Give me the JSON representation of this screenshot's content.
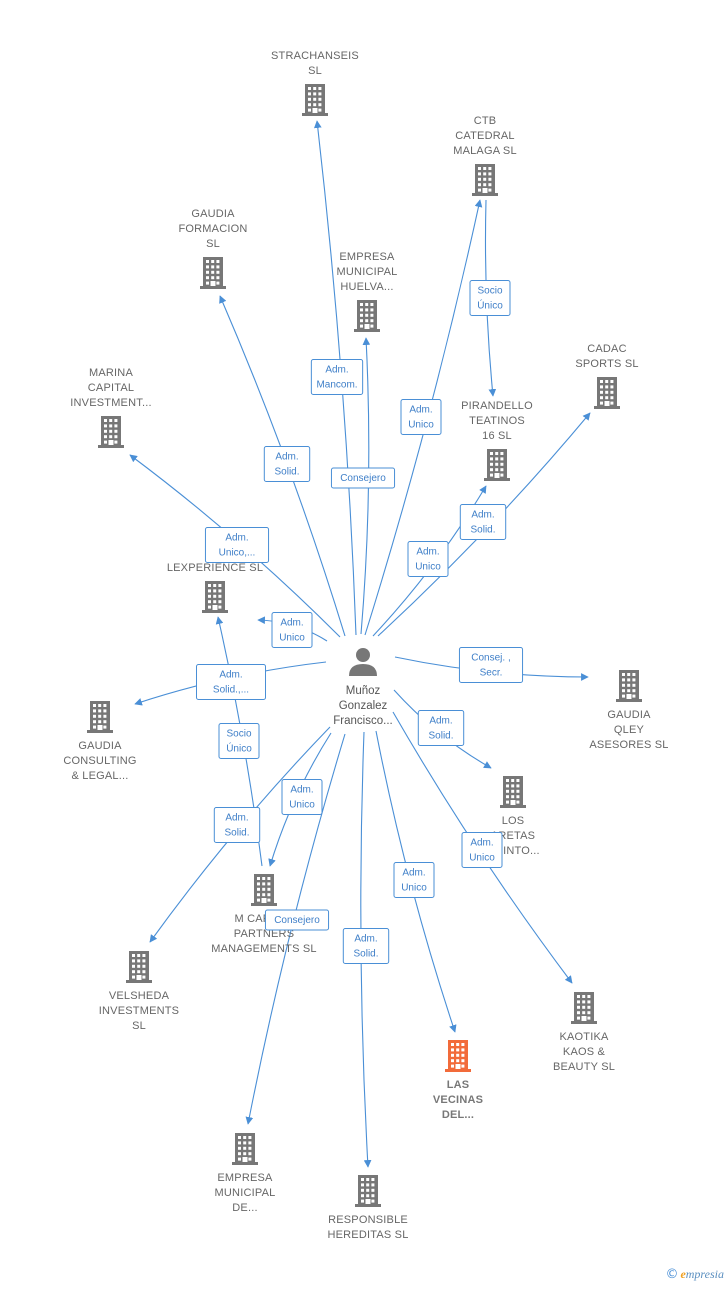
{
  "center": {
    "name_lines": [
      "Muñoz",
      "Gonzalez",
      "Francisco..."
    ]
  },
  "companies": [
    {
      "id": "strachanseis",
      "lines": [
        "STRACHANSEIS",
        "SL"
      ]
    },
    {
      "id": "ctb",
      "lines": [
        "CTB",
        "CATEDRAL",
        "MALAGA  SL"
      ]
    },
    {
      "id": "gaudia_formacion",
      "lines": [
        "GAUDIA",
        "FORMACION",
        "SL"
      ]
    },
    {
      "id": "empresa_huelva",
      "lines": [
        "EMPRESA",
        "MUNICIPAL",
        "HUELVA..."
      ]
    },
    {
      "id": "cadac",
      "lines": [
        "CADAC",
        "SPORTS  SL"
      ]
    },
    {
      "id": "marina",
      "lines": [
        "MARINA",
        "CAPITAL",
        "INVESTMENT..."
      ]
    },
    {
      "id": "pirandello",
      "lines": [
        "PIRANDELLO",
        "TEATINOS",
        "16  SL"
      ]
    },
    {
      "id": "lexperience",
      "lines": [
        "LEXPERIENCE SL"
      ]
    },
    {
      "id": "gaudia_qley",
      "lines": [
        "GAUDIA",
        "QLEY",
        "ASESORES  SL"
      ]
    },
    {
      "id": "gaudia_consulting",
      "lines": [
        "GAUDIA",
        "CONSULTING",
        "& LEGAL..."
      ]
    },
    {
      "id": "los_aretas",
      "lines": [
        "LOS",
        "ARETAS",
        "QUINTO..."
      ]
    },
    {
      "id": "m_capital",
      "lines": [
        "M CAPITAL",
        "PARTNERS",
        "MANAGEMENTS SL"
      ]
    },
    {
      "id": "velsheda",
      "lines": [
        "VELSHEDA",
        "INVESTMENTS",
        "SL"
      ]
    },
    {
      "id": "kaotika",
      "lines": [
        "KAOTIKA",
        "KAOS &",
        "BEAUTY  SL"
      ]
    },
    {
      "id": "las_vecinas",
      "lines": [
        "LAS",
        "VECINAS",
        "DEL..."
      ],
      "highlight": true
    },
    {
      "id": "empresa_de",
      "lines": [
        "EMPRESA",
        "MUNICIPAL",
        "DE..."
      ]
    },
    {
      "id": "responsible",
      "lines": [
        "RESPONSIBLE",
        "HEREDITAS  SL"
      ]
    }
  ],
  "edges": [
    {
      "to": "strachanseis",
      "label": [
        "Adm.",
        "Mancom."
      ]
    },
    {
      "to": "ctb",
      "label": [
        "Adm.",
        "Unico"
      ]
    },
    {
      "to": "gaudia_formacion",
      "label": [
        "Adm.",
        "Solid."
      ]
    },
    {
      "to": "empresa_huelva",
      "label": [
        "Consejero"
      ]
    },
    {
      "to": "cadac",
      "label": [
        "Adm.",
        "Solid."
      ]
    },
    {
      "to": "marina",
      "label": [
        "Adm.",
        "Unico,..."
      ]
    },
    {
      "to": "pirandello",
      "label": [
        "Adm.",
        "Unico"
      ]
    },
    {
      "to": "lexperience",
      "label": [
        "Adm.",
        "Unico"
      ]
    },
    {
      "to": "gaudia_qley",
      "label": [
        "Consej. ,",
        "Secr."
      ]
    },
    {
      "to": "gaudia_consulting",
      "label": [
        "Adm.",
        "Solid.,..."
      ]
    },
    {
      "to": "los_aretas",
      "label": [
        "Adm.",
        "Solid."
      ]
    },
    {
      "to": "m_capital",
      "label": [
        "Adm.",
        "Unico"
      ]
    },
    {
      "to": "velsheda",
      "label": [
        "Adm.",
        "Solid."
      ]
    },
    {
      "to": "kaotika",
      "label": [
        "Adm.",
        "Unico"
      ]
    },
    {
      "to": "las_vecinas",
      "label": [
        "Adm.",
        "Unico"
      ]
    },
    {
      "to": "empresa_de",
      "label": [
        "Consejero"
      ]
    },
    {
      "to": "responsible",
      "label": [
        "Adm.",
        "Solid."
      ]
    },
    {
      "from": "ctb",
      "to": "pirandello",
      "label": [
        "Socio",
        "Único"
      ]
    },
    {
      "from": "m_capital",
      "to": "lexperience",
      "label": [
        "Socio",
        "Único"
      ]
    }
  ],
  "colors": {
    "edge": "#4a8fd6",
    "building": "#777777",
    "highlight": "#f26b3a"
  },
  "footer": {
    "copyright": "©",
    "brand_initial": "e",
    "brand_rest": "mpresia"
  }
}
